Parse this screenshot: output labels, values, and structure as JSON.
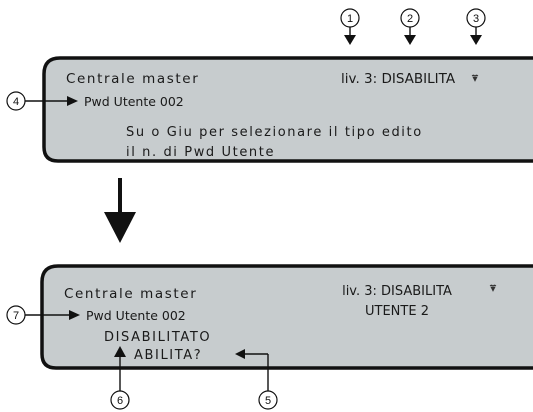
{
  "screen_1": {
    "title": "Centrale master",
    "level": "liv. 3: DISABILITA",
    "user_line": "Pwd Utente 002",
    "instruction_1": "Su o Giu per selezionare il tipo edito",
    "instruction_2": "il n. di Pwd Utente",
    "indicator_icon": "heart-icon"
  },
  "screen_2": {
    "title": "Centrale master",
    "level": "liv. 3: DISABILITA",
    "user_label": "UTENTE 2",
    "user_line": "Pwd Utente 002",
    "state": "DISABILITATO",
    "prompt": "ABILITA?",
    "indicator_icon": "heart-icon"
  },
  "callouts": [
    "1",
    "2",
    "3",
    "4",
    "5",
    "6",
    "7"
  ],
  "colors": {
    "lcd_background": "#c7ccce",
    "outline": "#111111"
  }
}
